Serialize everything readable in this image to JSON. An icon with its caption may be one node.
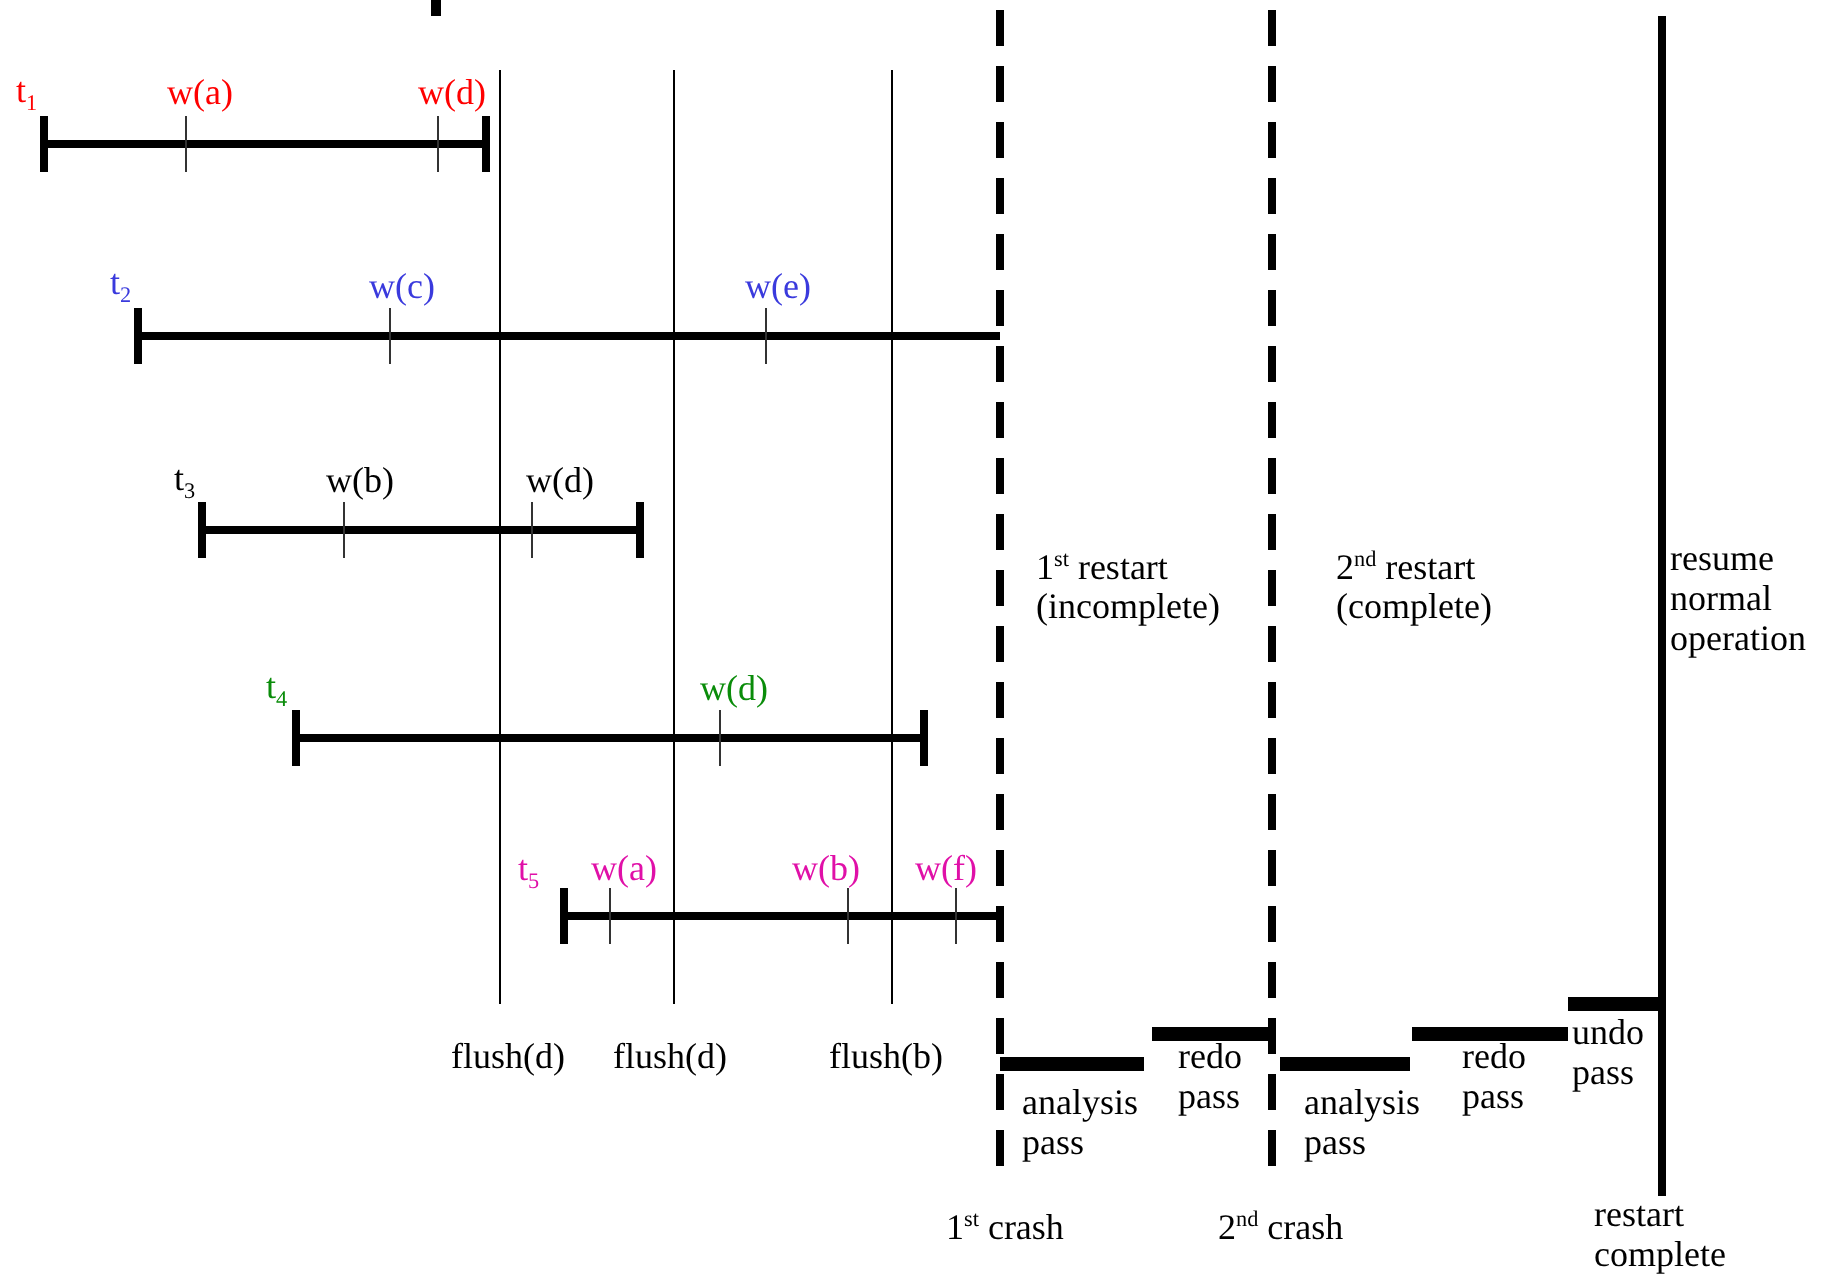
{
  "diagram": {
    "labels": [
      "t$_{1}$",
      "w(a)",
      "w(d)",
      "t$_{2}$",
      "w(c)",
      "w(e)",
      "t$_{3}$",
      "w(b)",
      "w(d)",
      "1$^{st}$ restart (incomplete)",
      "2$^{nd}$ restart (complete)",
      "resume normal operation",
      "t$_{4}$",
      "w(d)",
      "t$_{5}$",
      "w(a)",
      "w(b)",
      "w(f)",
      "flush(d)",
      "flush(d)",
      "flush(b)",
      "redo pass",
      "redo pass",
      "undo pass",
      "analysis pass",
      "analysis pass",
      "1$^{st}$ crash",
      "2$^{nd}$ crash",
      "restart complete"
    ]
  }
}
